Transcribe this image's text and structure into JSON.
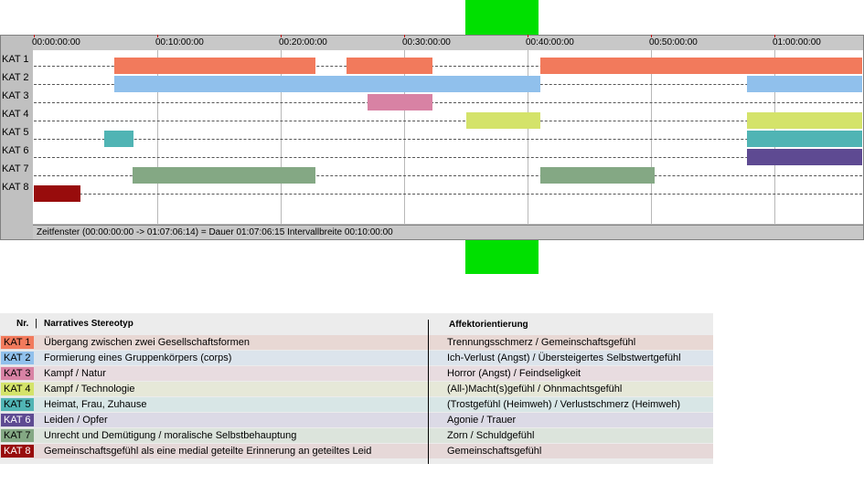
{
  "timeline": {
    "ticks": [
      "00:00:00:00",
      "00:10:00:00",
      "00:20:00:00",
      "00:30:00:00",
      "00:40:00:00",
      "00:50:00:00",
      "01:00:00:00"
    ],
    "rows": [
      "KAT 1",
      "KAT 2",
      "KAT 3",
      "KAT 4",
      "KAT 5",
      "KAT 6",
      "KAT 7",
      "KAT 8"
    ],
    "status": "Zeitfenster (00:00:00:00 -> 01:07:06:14) = Dauer 01:07:06:15    Intervallbreite 00:10:00:00"
  },
  "legend": {
    "headers": {
      "nr": "Nr.",
      "stereotyp": "Narratives Stereotyp",
      "affekt": "Affektorientierung"
    },
    "rows": [
      {
        "kat": "KAT 1",
        "stereotyp": "Übergang zwischen zwei Gesellschaftsformen",
        "affekt": "Trennungsschmerz / Gemeinschaftsgefühl",
        "color": "#f27a5c",
        "bg": "#e8d8d4"
      },
      {
        "kat": "KAT 2",
        "stereotyp": "Formierung eines Gruppenkörpers (corps)",
        "affekt": "Ich-Verlust (Angst) / Übersteigertes Selbstwertgefühl",
        "color": "#90c0ec",
        "bg": "#dce4ec"
      },
      {
        "kat": "KAT 3",
        "stereotyp": "Kampf / Natur",
        "affekt": "Horror (Angst) / Feindseligkeit",
        "color": "#d882a4",
        "bg": "#e8dce0"
      },
      {
        "kat": "KAT 4",
        "stereotyp": "Kampf / Technologie",
        "affekt": "(All-)Macht(s)gefühl / Ohnmachtsgefühl",
        "color": "#d4e36a",
        "bg": "#e6e8d8"
      },
      {
        "kat": "KAT 5",
        "stereotyp": "Heimat, Frau, Zuhause",
        "affekt": "(Trostgefühl (Heimweh) / Verlustschmerz (Heimweh)",
        "color": "#50b4b4",
        "bg": "#d8e6e6"
      },
      {
        "kat": "KAT 6",
        "stereotyp": "Leiden / Opfer",
        "affekt": "Agonie / Trauer",
        "color": "#5e4a92",
        "bg": "#dcdae6"
      },
      {
        "kat": "KAT 7",
        "stereotyp": "Unrecht und Demütigung / moralische Selbstbehauptung",
        "affekt": "Zorn / Schuldgefühl",
        "color": "#84a884",
        "bg": "#dce4dc"
      },
      {
        "kat": "KAT 8",
        "stereotyp": "Gemeinschaftsgefühl als eine medial geteilte Erinnerung an geteiltes Leid",
        "affekt": "Gemeinschaftsgefühl",
        "color": "#980c0c",
        "bg": "#e6d8d8"
      }
    ]
  },
  "segments": [
    {
      "row": 0,
      "start": 6.5,
      "end": 8.5
    },
    {
      "row": 0,
      "start": 8.0,
      "end": 22.8
    },
    {
      "row": 0,
      "start": 25.3,
      "end": 32.3
    },
    {
      "row": 0,
      "start": 41.0,
      "end": 67.1
    },
    {
      "row": 1,
      "start": 6.5,
      "end": 8.5
    },
    {
      "row": 1,
      "start": 8.0,
      "end": 41.0
    },
    {
      "row": 1,
      "start": 57.8,
      "end": 67.1
    },
    {
      "row": 2,
      "start": 27.0,
      "end": 32.3
    },
    {
      "row": 3,
      "start": 35.0,
      "end": 41.0
    },
    {
      "row": 3,
      "start": 57.8,
      "end": 67.1
    },
    {
      "row": 4,
      "start": 5.7,
      "end": 8.1
    },
    {
      "row": 4,
      "start": 57.8,
      "end": 67.1
    },
    {
      "row": 5,
      "start": 57.8,
      "end": 67.1
    },
    {
      "row": 6,
      "start": 8.0,
      "end": 22.8
    },
    {
      "row": 6,
      "start": 41.0,
      "end": 50.3
    },
    {
      "row": 7,
      "start": 0.0,
      "end": 3.8
    }
  ],
  "axis_max_minutes": 67.1
}
